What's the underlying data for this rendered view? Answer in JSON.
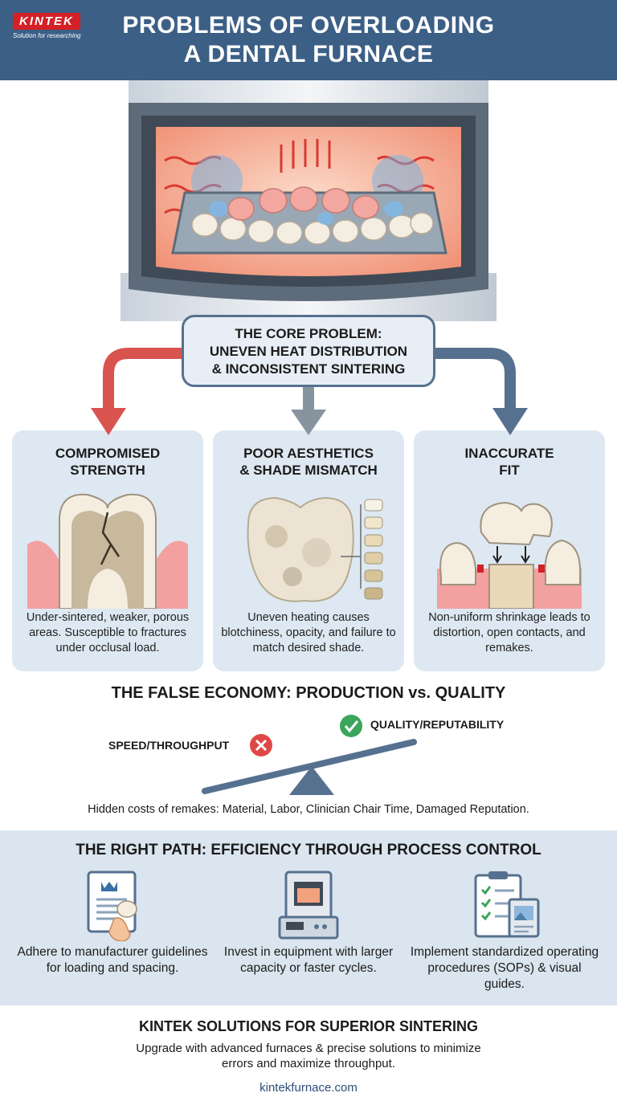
{
  "header": {
    "logo_text": "KINTEK",
    "logo_tagline": "Solution for researching",
    "title_line1": "PROBLEMS OF OVERLOADING",
    "title_line2": "A DENTAL FURNACE"
  },
  "core_problem": {
    "line1": "THE CORE PROBLEM:",
    "line2": "UNEVEN HEAT DISTRIBUTION",
    "line3": "& INCONSISTENT SINTERING"
  },
  "problems": [
    {
      "title_line1": "COMPROMISED",
      "title_line2": "STRENGTH",
      "description": "Under-sintered, weaker, porous areas. Susceptible to fractures under occlusal load."
    },
    {
      "title_line1": "POOR AESTHETICS",
      "title_line2": "& SHADE MISMATCH",
      "description": "Uneven heating causes blotchiness, opacity, and failure to match desired shade."
    },
    {
      "title_line1": "INACCURATE",
      "title_line2": "FIT",
      "description": "Non-uniform shrinkage leads to distortion, open contacts, and remakes."
    }
  ],
  "economy": {
    "title": "THE FALSE ECONOMY: PRODUCTION vs. QUALITY",
    "speed_label": "SPEED/THROUGHPUT",
    "quality_label": "QUALITY/REPUTABILITY",
    "hidden_costs": "Hidden costs of remakes: Material, Labor, Clinician Chair Time, Damaged Reputation."
  },
  "right_path": {
    "title": "THE RIGHT PATH: EFFICIENCY THROUGH PROCESS CONTROL",
    "items": [
      {
        "icon": "guidelines-document-icon",
        "text": "Adhere to manufacturer guidelines for loading and spacing."
      },
      {
        "icon": "furnace-icon",
        "text": "Invest in equipment with larger capacity or faster cycles."
      },
      {
        "icon": "checklist-icon",
        "text": "Implement standardized operating procedures (SOPs) & visual guides."
      }
    ]
  },
  "footer": {
    "title": "KINTEK SOLUTIONS FOR SUPERIOR SINTERING",
    "text": "Upgrade with advanced furnaces & precise solutions to minimize errors and maximize throughput.",
    "url": "kintekfurnace.com"
  },
  "colors": {
    "header_bg": "#3c5f86",
    "card_bg": "#dde8f2",
    "logo_red": "#d42026",
    "arrow_red": "#d9534f",
    "arrow_blue": "#56718f",
    "check_green": "#3aa55b",
    "cross_red": "#e04848"
  }
}
